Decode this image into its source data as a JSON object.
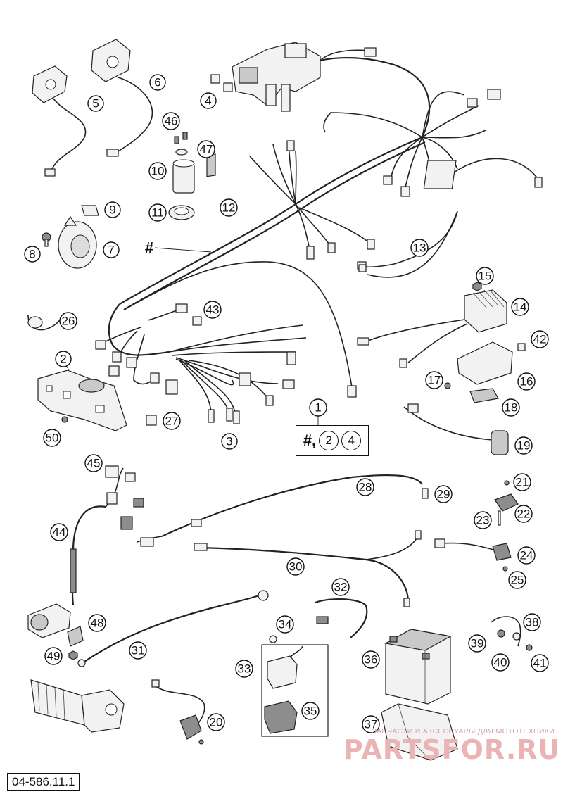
{
  "reference_code": "04-586.11.1",
  "watermark": {
    "subtitle": "ЗАПЧАСТИ И АКСЕССУАРЫ ДЛЯ МОТОТЕХНИКИ",
    "brand": "PARTSFOR.RU"
  },
  "main_harness_marker": "#",
  "kit_box": {
    "hash": "#,",
    "items": [
      "2",
      "4"
    ],
    "label": "1"
  },
  "callouts": [
    "2",
    "3",
    "4",
    "5",
    "6",
    "7",
    "8",
    "9",
    "10",
    "11",
    "12",
    "13",
    "14",
    "15",
    "16",
    "17",
    "18",
    "19",
    "20",
    "21",
    "22",
    "23",
    "24",
    "25",
    "26",
    "27",
    "28",
    "29",
    "30",
    "31",
    "32",
    "33",
    "34",
    "35",
    "36",
    "37",
    "38",
    "39",
    "40",
    "41",
    "42",
    "43",
    "44",
    "45",
    "46",
    "47",
    "48",
    "49",
    "50"
  ],
  "colors": {
    "line": "#222222",
    "watermark": "#eab4b4"
  }
}
